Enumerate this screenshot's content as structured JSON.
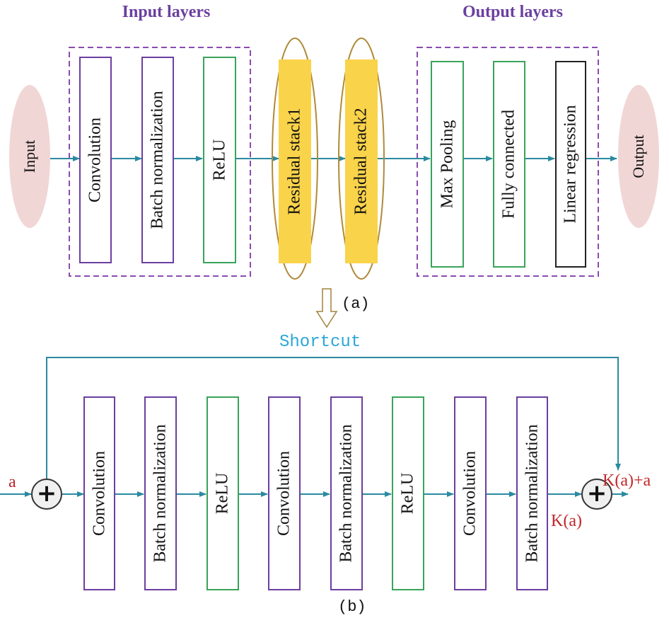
{
  "panel_a": {
    "input_label": "Input",
    "output_label": "Output",
    "input_group_title": "Input layers",
    "output_group_title": "Output layers",
    "input_layers": [
      "Convolution",
      "Batch normalization",
      "ReLU"
    ],
    "residual_stacks": [
      "Residual stack1",
      "Residual stack2"
    ],
    "output_layers": [
      "Max Pooling",
      "Fully connected",
      "Linear regression"
    ],
    "caption": "(a)"
  },
  "panel_b": {
    "shortcut_label": "Shortcut",
    "input_var": "a",
    "layers": [
      "Convolution",
      "Batch normalization",
      "ReLU",
      "Convolution",
      "Batch normalization",
      "ReLU",
      "Convolution",
      "Batch normalization"
    ],
    "ka_label": "K(a)",
    "ka_plus_a_label": "K(a)+a",
    "plus_symbol": "+",
    "caption": "(b)"
  },
  "colors": {
    "arrow": "#2a8aa0",
    "dashed_group": "#8a4bb0",
    "purple_border": "#6b3fa0",
    "green_border": "#3aa35a",
    "residual_fill": "#f9d34a",
    "terminal_fill": "#f1d6d6",
    "shortcut_text": "#2aa7d8",
    "red_text": "#c0282b"
  }
}
